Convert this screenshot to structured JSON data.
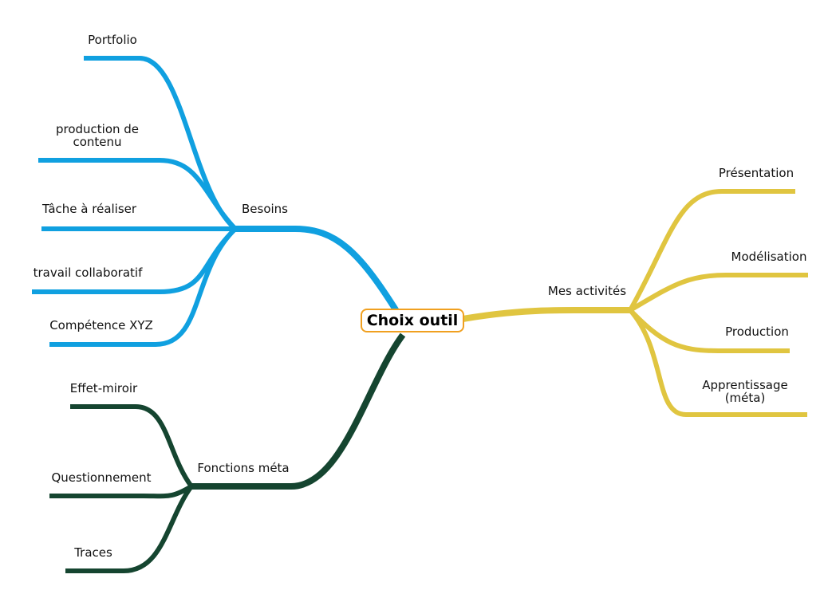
{
  "root": {
    "label": "Choix outil",
    "border_color": "#f0a020"
  },
  "branches": {
    "besoins": {
      "label": "Besoins",
      "color": "#10a0e0",
      "children": [
        "Portfolio",
        "production  de\ncontenu",
        "Tâche à réaliser",
        "travail collaboratif",
        "Compétence XYZ"
      ]
    },
    "fonctions": {
      "label": "Fonctions méta",
      "color": "#154530",
      "children": [
        "Effet-miroir",
        "Questionnement",
        "Traces"
      ]
    },
    "activites": {
      "label": "Mes activités",
      "color": "#e0c540",
      "children": [
        "Présentation",
        "Modélisation",
        "Production",
        "Apprentissage\n(méta)"
      ]
    }
  }
}
